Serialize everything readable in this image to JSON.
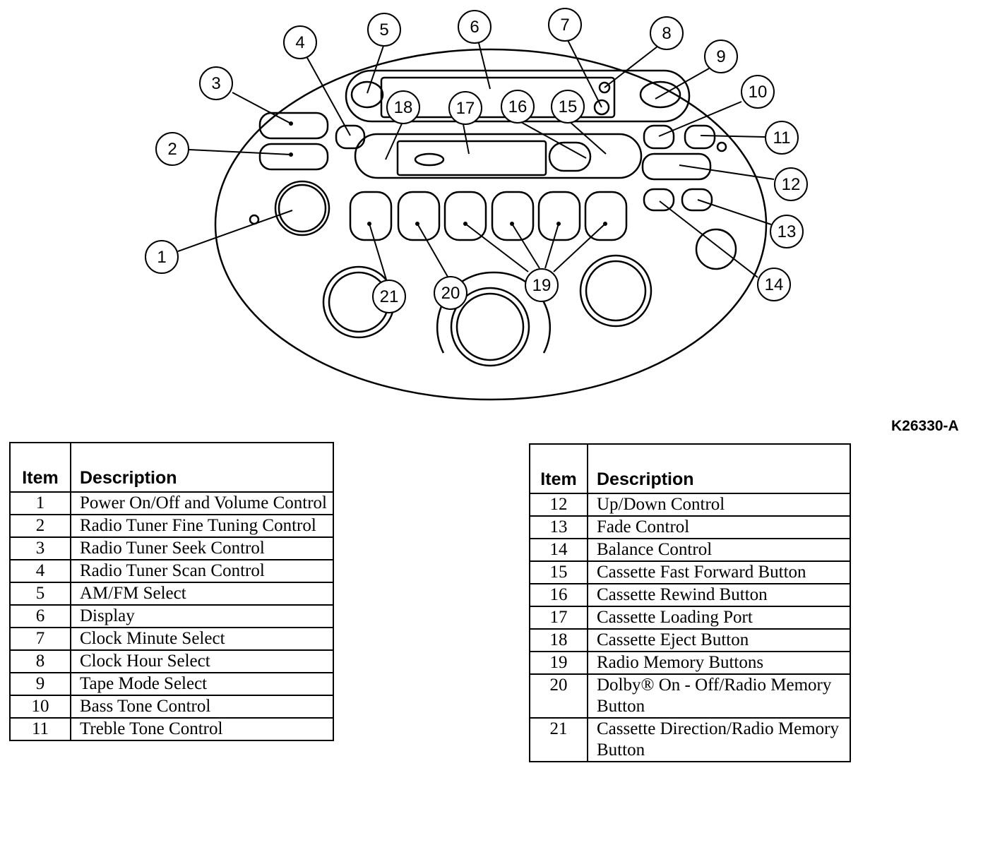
{
  "figure_ref": "K26330-A",
  "callouts": [
    "1",
    "2",
    "3",
    "4",
    "5",
    "6",
    "7",
    "8",
    "9",
    "10",
    "11",
    "12",
    "13",
    "14",
    "15",
    "16",
    "17",
    "18",
    "19",
    "20",
    "21"
  ],
  "legend_left": {
    "header_item": "Item",
    "header_description": "Description",
    "rows": [
      {
        "item": "1",
        "description": "Power On/Off and Volume Control"
      },
      {
        "item": "2",
        "description": "Radio Tuner Fine Tuning Control"
      },
      {
        "item": "3",
        "description": "Radio Tuner Seek Control"
      },
      {
        "item": "4",
        "description": "Radio Tuner Scan Control"
      },
      {
        "item": "5",
        "description": "AM/FM Select"
      },
      {
        "item": "6",
        "description": "Display"
      },
      {
        "item": "7",
        "description": "Clock Minute Select"
      },
      {
        "item": "8",
        "description": "Clock Hour Select"
      },
      {
        "item": "9",
        "description": "Tape Mode Select"
      },
      {
        "item": "10",
        "description": "Bass Tone Control"
      },
      {
        "item": "11",
        "description": "Treble Tone Control"
      }
    ]
  },
  "legend_right": {
    "header_item": "Item",
    "header_description": "Description",
    "rows": [
      {
        "item": "12",
        "description": "Up/Down Control"
      },
      {
        "item": "13",
        "description": "Fade Control"
      },
      {
        "item": "14",
        "description": "Balance Control"
      },
      {
        "item": "15",
        "description": "Cassette Fast Forward Button"
      },
      {
        "item": "16",
        "description": "Cassette Rewind Button"
      },
      {
        "item": "17",
        "description": "Cassette Loading Port"
      },
      {
        "item": "18",
        "description": "Cassette Eject Button"
      },
      {
        "item": "19",
        "description": "Radio Memory Buttons"
      },
      {
        "item": "20",
        "description": "Dolby® On - Off/Radio Memory Button"
      },
      {
        "item": "21",
        "description": "Cassette Direction/Radio Memory Button"
      }
    ]
  }
}
